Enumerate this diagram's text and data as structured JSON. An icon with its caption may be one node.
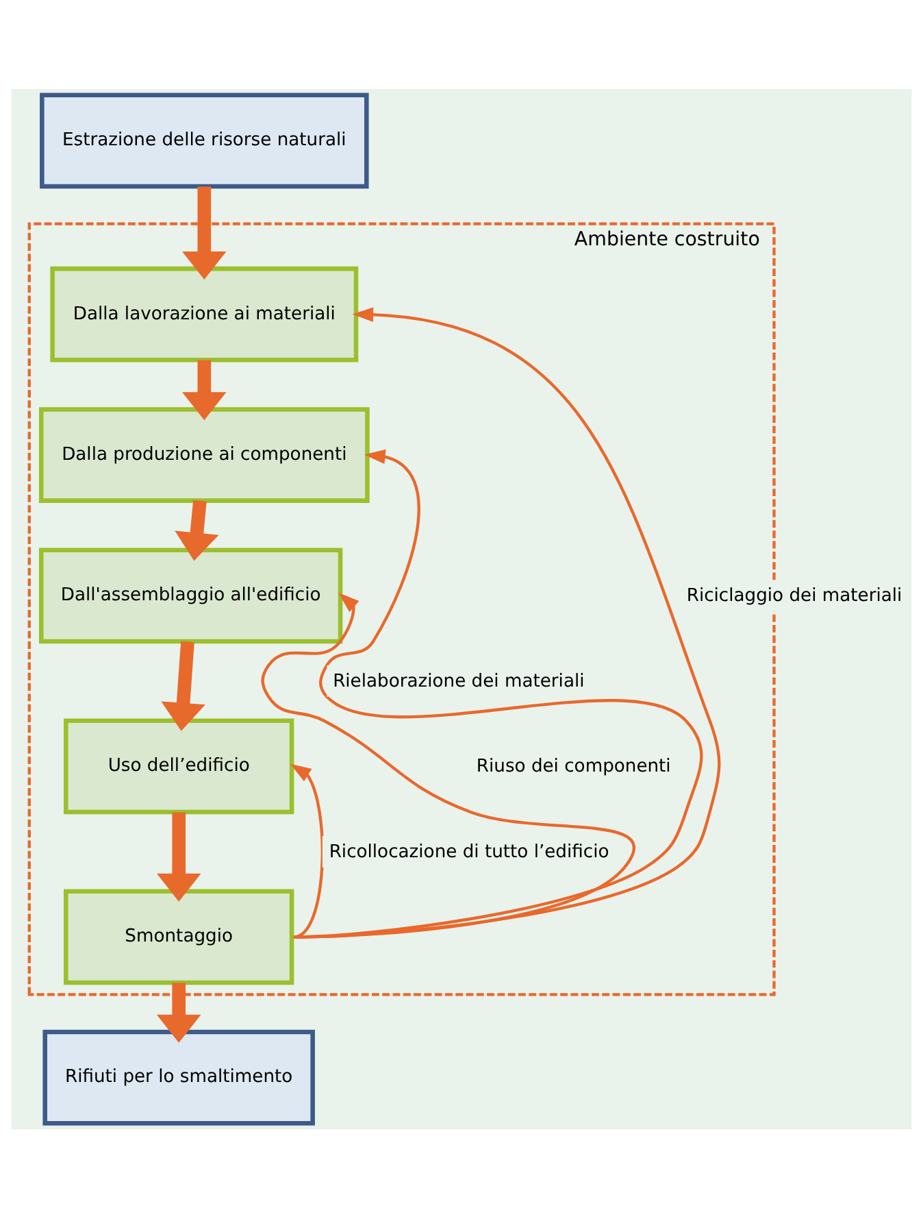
{
  "diagram": {
    "nodes": [
      {
        "text": [
          "Estrazione delle risorse naturali"
        ]
      },
      {
        "text": [
          "Ambiente costruito"
        ]
      },
      {
        "text": [
          "Dalla lavorazione ai materiali"
        ],
        "in": 1
      },
      {
        "text": [
          "Dalla produzione ai componenti"
        ],
        "in": 1
      },
      {
        "text": [
          "Dall'assemblaggio all'edificio"
        ],
        "in": 1
      },
      {
        "text": [
          "Uso dell’edificio"
        ],
        "in": 1
      },
      {
        "text": [
          "Smontaggio"
        ],
        "in": 1
      },
      {
        "text": [
          "Rifiuti per lo smaltimento"
        ]
      }
    ],
    "edges": [
      {
        "from": 0,
        "to": 2,
        "arrow": "to"
      },
      {
        "from": 2,
        "to": 3,
        "arrow": "to"
      },
      {
        "from": 3,
        "to": 4,
        "arrow": "to"
      },
      {
        "from": 4,
        "to": 5,
        "arrow": "to"
      },
      {
        "from": 5,
        "to": 6,
        "arrow": "to"
      },
      {
        "from": 6,
        "to": 7,
        "arrow": "to"
      },
      {
        "from": 6,
        "to": 2,
        "arrow": "to",
        "label": "Riciclaggio dei materiali"
      },
      {
        "from": 6,
        "to": 3,
        "arrow": "to",
        "label": "Rielaborazione dei materiali"
      },
      {
        "from": 6,
        "to": 4,
        "arrow": "to",
        "label": "Riuso dei componenti"
      },
      {
        "from": 6,
        "to": 5,
        "arrow": "to",
        "label": "Ricollocazione di tutto l’edificio"
      }
    ]
  }
}
